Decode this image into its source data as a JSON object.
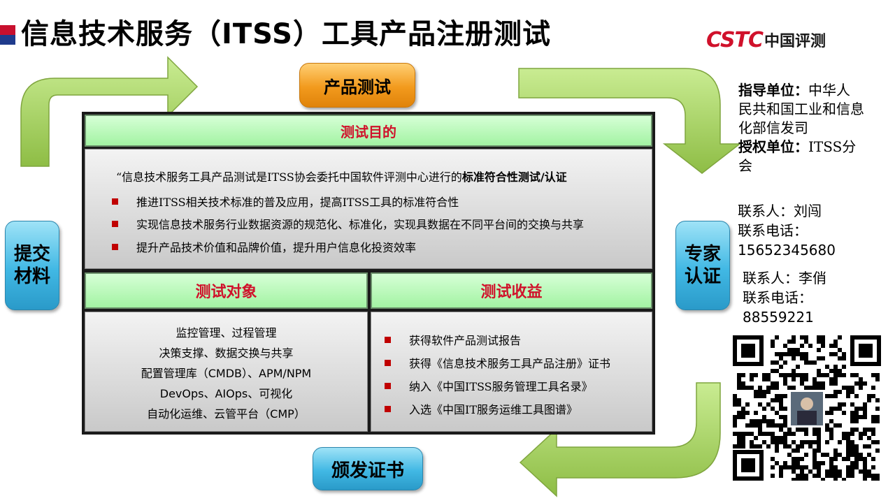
{
  "title": "信息技术服务（ITSS）工具产品注册测试",
  "logo": {
    "brand": "CSTC",
    "name": "中国评测"
  },
  "flow": {
    "product_test": "产品测试",
    "submit_materials": "提交\n材料",
    "expert_cert": "专家\n认证",
    "issue_cert": "颁发证书"
  },
  "purpose": {
    "header": "测试目的",
    "quote_lead": "“信息技术服务工具产品测试是ITSS协会委托中国软件评测中心进行的",
    "quote_bold": "标准符合性测试/认证",
    "bullets": [
      "推进ITSS相关技术标准的普及应用，提高ITSS工具的标准符合性",
      "实现信息技术服务行业数据资源的规范化、标准化，实现具数据在不同平台间的交换与共享",
      "提升产品技术价值和品牌价值，提升用户信息化投资效率"
    ]
  },
  "objects": {
    "header": "测试对象",
    "items": [
      "监控管理、过程管理",
      "决策支撑、数据交换与共享",
      "配置管理库（CMDB）、APM/NPM",
      "DevOps、AIOps、可视化",
      "自动化运维、云管平台（CMP）"
    ]
  },
  "benefits": {
    "header": "测试收益",
    "items": [
      "获得软件产品测试报告",
      "获得《信息技术服务工具产品注册》证书",
      "纳入《中国ITSS服务管理工具名录》",
      "入选《中国IT服务运维工具图谱》"
    ]
  },
  "sidebar": {
    "guide_label": "指导单位：",
    "guide_l1": "中华人",
    "guide_l2": "民共和国工业和信息",
    "guide_l3": "化部信发司",
    "auth_label": "授权单位：",
    "auth_l1": "ITSS分",
    "auth_l2": "会",
    "contact1_name": "联系人：刘闯",
    "contact1_phone_label": "联系电话：",
    "contact1_phone": "15652345680",
    "contact2_name": "联系人：李俏",
    "contact2_phone_label": "联系电话：",
    "contact2_phone": "88559221"
  },
  "colors": {
    "accent_red": "#c00000",
    "header_text": "#d0112b",
    "arrow_green": "#a8d460",
    "pill_orange": "#f29a1d",
    "pill_blue": "#41b8e4"
  }
}
